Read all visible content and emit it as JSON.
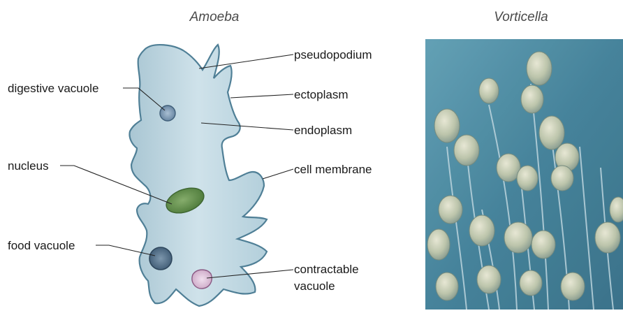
{
  "titles": {
    "left": "Amoeba",
    "right": "Vorticella"
  },
  "labels": {
    "pseudopodium": "pseudopodium",
    "ectoplasm": "ectoplasm",
    "endoplasm": "endoplasm",
    "cell_membrane": "cell membrane",
    "digestive_vacuole": "digestive vacuole",
    "nucleus": "nucleus",
    "food_vacuole": "food vacuole",
    "contractable_vacuole_line1": "contractable",
    "contractable_vacuole_line2": "vacuole"
  },
  "colors": {
    "cell_fill": "#c7dde6",
    "cell_outline": "#4f7f96",
    "nucleus": "#5f8c4a",
    "food_vacuole": "#3f5e78",
    "digestive_vacuole": "#6f8fae",
    "contractile_vacuole": "#cfa9c8",
    "photo_background": "#3e7f97"
  }
}
